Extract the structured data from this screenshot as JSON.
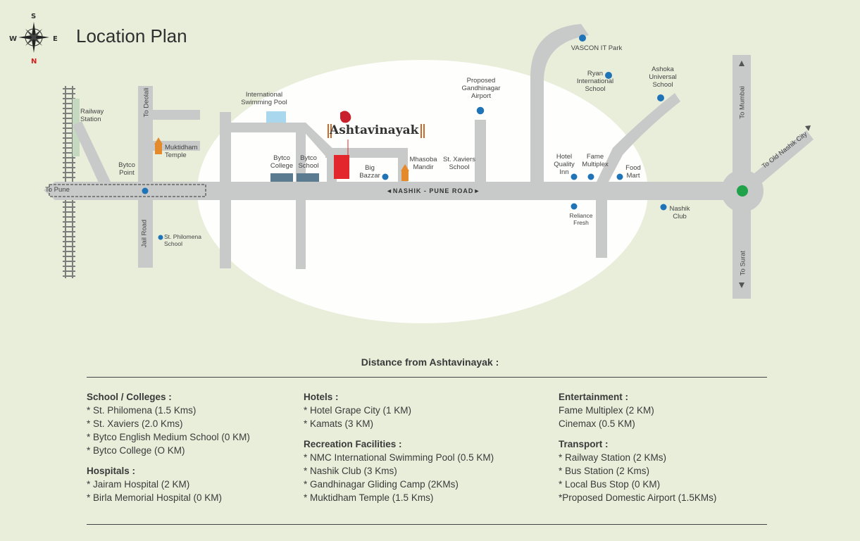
{
  "title": "Location Plan",
  "compass": {
    "n": "N",
    "s": "S",
    "e": "E",
    "w": "W",
    "icon": "compass-rose-icon"
  },
  "brand": "Ashtavinayak",
  "map_labels": {
    "railway_station": "Railway Station",
    "to_deolali": "To Deolali",
    "muktidham": "Muktidham Temple",
    "bytco_point": "Bytco Point",
    "to_pune": "To Pune",
    "jail_road": "Jail Road",
    "st_philomena": "St. Philomena School",
    "swimming_pool": "International Swimming Pool",
    "bytco_college": "Bytco College",
    "bytco_school": "Bytco School",
    "big_bazzar": "Big Bazzar",
    "mhasoba": "Mhasoba Mandir",
    "st_xaviers": "St. Xaviers School",
    "airport": "Proposed Gandhinagar Airport",
    "nashik_pune_road": "NASHIK - PUNE ROAD",
    "vascon": "VASCON IT Park",
    "ryan": "Ryan International School",
    "ashoka": "Ashoka Universal School",
    "hotel_quality": "Hotel Quality Inn",
    "fame": "Fame Multiplex",
    "food_mart": "Food Mart",
    "reliance": "Reliance Fresh",
    "nashik_club": "Nashik Club",
    "to_mumbai": "To Mumbai",
    "to_old_nashik": "To Old Nashik City",
    "to_surat": "To Surat"
  },
  "distance_title": "Distance from Ashtavinayak :",
  "columns": [
    [
      {
        "heading": "School / Colleges :",
        "items": [
          "* St. Philomena (1.5 Kms)",
          "* St. Xaviers (2.0 Kms)",
          "* Bytco English Medium School (0 KM)",
          "* Bytco College (O KM)"
        ]
      },
      {
        "heading": "Hospitals :",
        "items": [
          "* Jairam Hospital (2 KM)",
          "* Birla Memorial Hospital (0 KM)"
        ]
      }
    ],
    [
      {
        "heading": "Hotels :",
        "items": [
          "* Hotel Grape City (1 KM)",
          "* Kamats (3 KM)"
        ]
      },
      {
        "heading": "Recreation Facilities :",
        "items": [
          "* NMC International Swimming Pool (0.5 KM)",
          "* Nashik Club (3 Kms)",
          "* Gandhinagar Gliding Camp (2KMs)",
          "* Muktidham Temple (1.5 Kms)"
        ]
      }
    ],
    [
      {
        "heading": "Entertainment :",
        "items": [
          "Fame Multiplex (2 KM)",
          "Cinemax (0.5 KM)"
        ]
      },
      {
        "heading": "Transport :",
        "items": [
          "* Railway Station (2 KMs)",
          "* Bus Station (2 Kms)",
          "* Local Bus Stop (0 KM)",
          "*Proposed Domestic Airport (1.5KMs)"
        ]
      }
    ]
  ],
  "colors": {
    "road": "#c8c9c9",
    "marker": "#1f73b7",
    "site": "#e3262b",
    "ellipse": "#ffffff",
    "roundabout": "#1fa24a"
  }
}
